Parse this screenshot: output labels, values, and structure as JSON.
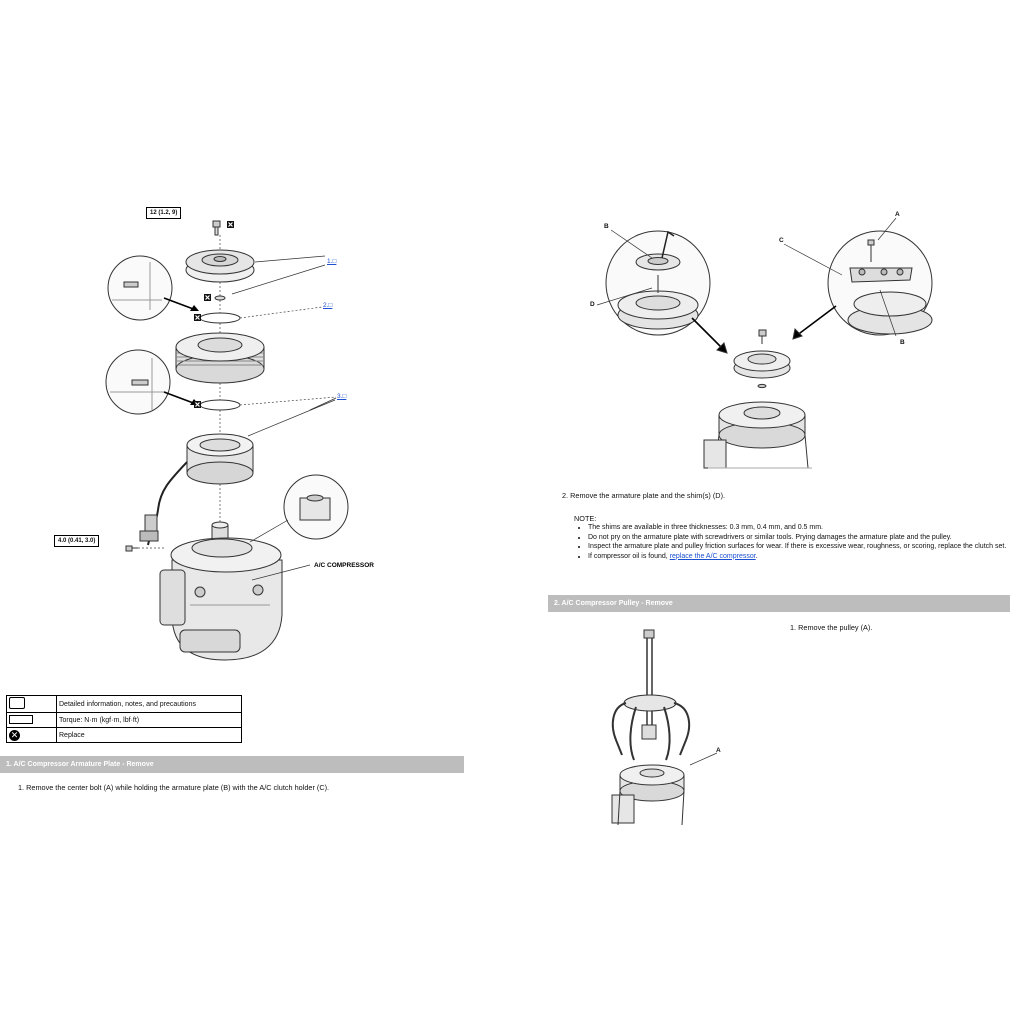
{
  "left": {
    "torque_top": "12 (1.2, 9)",
    "torque_side": "4.0 (0.41, 3.0)",
    "refs": [
      "1.",
      "2.",
      "3."
    ],
    "compressor_label": "A/C COMPRESSOR",
    "legend": [
      {
        "icon": "book-icon",
        "text": "Detailed information, notes, and precautions"
      },
      {
        "icon": "torque-box-icon",
        "text": "Torque: N·m (kgf·m, lbf·ft)"
      },
      {
        "icon": "replace-x-icon",
        "text": "Replace"
      }
    ],
    "section_title": "1. A/C Compressor Armature Plate - Remove",
    "step1": "1.  Remove the center bolt (A) while holding the armature plate (B) with the A/C clutch holder (C)."
  },
  "right": {
    "callouts": {
      "a1": "A",
      "b1": "B",
      "c": "C",
      "b2": "B",
      "d": "D",
      "a2": "A"
    },
    "step2": "2.  Remove the armature plate and the shim(s) (D).",
    "note_title": "NOTE:",
    "notes": [
      "The shims are available in three thicknesses: 0.3 mm, 0.4 mm, and 0.5 mm.",
      "Do not pry on the armature plate with screwdrivers or similar tools. Prying damages the armature plate and the pulley.",
      "Inspect the armature plate and pulley friction surfaces for wear. If there is excessive wear, roughness, or scoring, replace the clutch set."
    ],
    "note4_prefix": "If compressor oil is found, ",
    "note4_link": "replace the A/C compressor",
    "note4_suffix": ".",
    "section_title": "2. A/C Compressor Pulley - Remove",
    "step_pulley": "1.  Remove the pulley (A)."
  },
  "colors": {
    "link": "#1a4fd0",
    "section_bar": "#bdbdbd"
  }
}
